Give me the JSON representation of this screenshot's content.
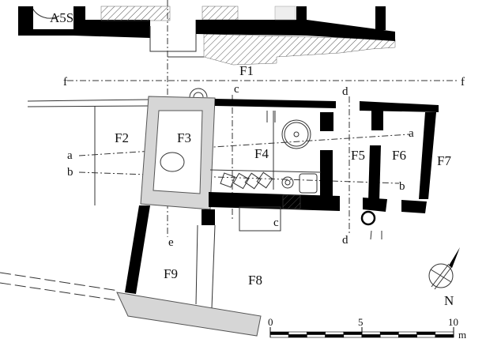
{
  "plan": {
    "areas": {
      "A5S": "A5S",
      "F1": "F1",
      "F2": "F2",
      "F3": "F3",
      "F4": "F4",
      "F5": "F5",
      "F6": "F6",
      "F7": "F7",
      "F8": "F8",
      "F9": "F9"
    },
    "sections": {
      "a": "a",
      "b": "b",
      "c": "c",
      "d": "d",
      "e": "e",
      "f": "f"
    },
    "north_label": "N",
    "scale": {
      "ticks": [
        "0",
        "5",
        "10"
      ],
      "unit": "m"
    }
  },
  "colors": {
    "wall": "#000000",
    "fill_grey": "#d6d6d6",
    "line": "#333333"
  }
}
